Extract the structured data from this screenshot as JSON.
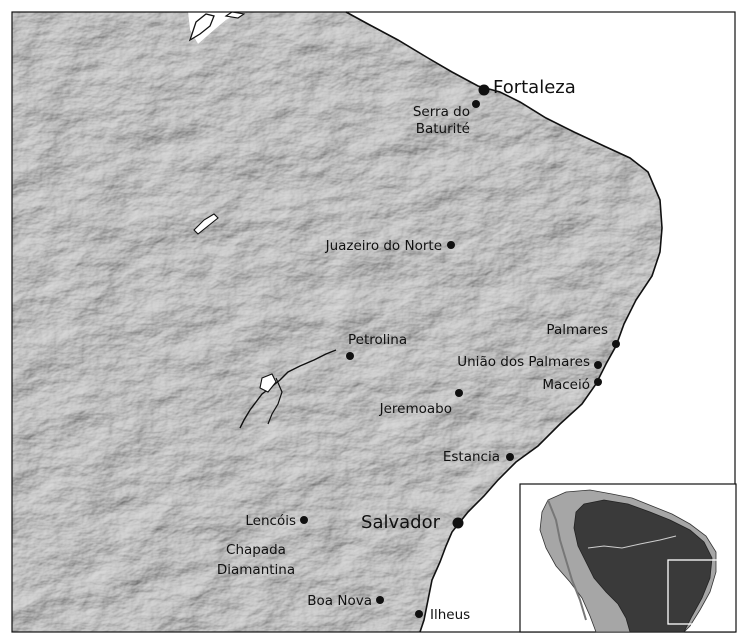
{
  "map": {
    "cities": [
      {
        "id": "fortaleza",
        "name": "Fortaleza",
        "major": true
      },
      {
        "id": "serra",
        "name_line1": "Serra do",
        "name_line2": "Baturité"
      },
      {
        "id": "juazeiro",
        "name": "Juazeiro do Norte"
      },
      {
        "id": "petrolina",
        "name": "Petrolina"
      },
      {
        "id": "palmares",
        "name": "Palmares"
      },
      {
        "id": "uniao",
        "name": "União dos Palmares"
      },
      {
        "id": "maceio",
        "name": "Maceió"
      },
      {
        "id": "jeremoabo",
        "name": "Jeremoabo"
      },
      {
        "id": "estancia",
        "name": "Estancia"
      },
      {
        "id": "salvador",
        "name": "Salvador",
        "major": true
      },
      {
        "id": "lencois",
        "name": "Lencóis"
      },
      {
        "id": "chapada",
        "name_line1": "Chapada",
        "name_line2": "Diamantina"
      },
      {
        "id": "boanova",
        "name": "Boa Nova"
      },
      {
        "id": "ilheus",
        "name": "Ilheus"
      }
    ],
    "colors": {
      "land": "#b4b4b4",
      "ocean": "#ffffff",
      "coastline": "#111111",
      "inset_land": "#a6a6a6",
      "inset_brazil": "#3a3a3a"
    },
    "inset": {
      "title": "South America locator"
    }
  }
}
